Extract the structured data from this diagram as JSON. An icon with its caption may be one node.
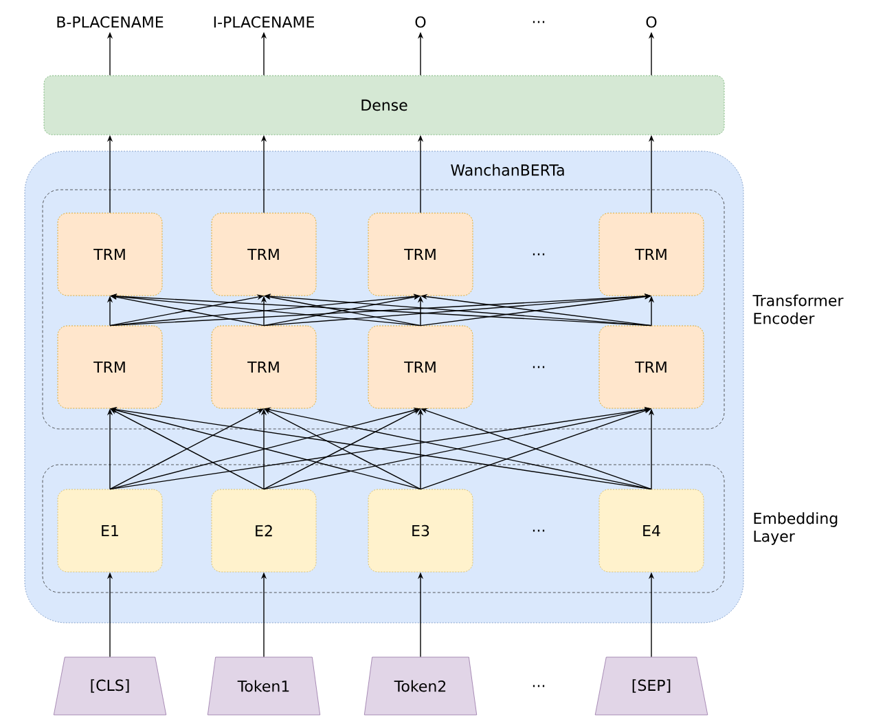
{
  "diagram": {
    "nodes": [
      {
        "text": [
          "Dense"
        ]
      },
      {
        "text": [
          "WanchanBERTa"
        ]
      },
      {
        "text": [
          "Transformer Encoder"
        ],
        "in": 1
      },
      {
        "text": [
          "TRM"
        ],
        "in": 2
      },
      {
        "text": [
          "TRM"
        ],
        "in": 2
      },
      {
        "text": [
          "TRM"
        ],
        "in": 2
      },
      {
        "text": [
          "TRM"
        ],
        "in": 2
      },
      {
        "text": [
          "TRM"
        ],
        "in": 2
      },
      {
        "text": [
          "TRM"
        ],
        "in": 2
      },
      {
        "text": [
          "TRM"
        ],
        "in": 2
      },
      {
        "text": [
          "TRM"
        ],
        "in": 2
      },
      {
        "text": [
          "Embedding Layer"
        ],
        "in": 1
      },
      {
        "text": [
          "E1"
        ],
        "in": 11
      },
      {
        "text": [
          "E2"
        ],
        "in": 11
      },
      {
        "text": [
          "E3"
        ],
        "in": 11
      },
      {
        "text": [
          "E4"
        ],
        "in": 11
      },
      {
        "text": [
          "[CLS]"
        ]
      },
      {
        "text": [
          "Token1"
        ]
      },
      {
        "text": [
          "Token2"
        ]
      },
      {
        "text": [
          "[SEP]"
        ]
      },
      {
        "text": [
          "B-PLACENAME"
        ]
      },
      {
        "text": [
          "I-PLACENAME"
        ]
      },
      {
        "text": [
          "O"
        ]
      },
      {
        "text": [
          "O"
        ]
      }
    ],
    "edges": [
      {
        "from": 16,
        "to": 12,
        "arrow": "to"
      },
      {
        "from": 17,
        "to": 13,
        "arrow": "to"
      },
      {
        "from": 18,
        "to": 14,
        "arrow": "to"
      },
      {
        "from": 19,
        "to": 15,
        "arrow": "to"
      },
      {
        "from": 12,
        "to": 7,
        "arrow": "to"
      },
      {
        "from": 12,
        "to": 8,
        "arrow": "to"
      },
      {
        "from": 12,
        "to": 9,
        "arrow": "to"
      },
      {
        "from": 12,
        "to": 10,
        "arrow": "to"
      },
      {
        "from": 13,
        "to": 7,
        "arrow": "to"
      },
      {
        "from": 13,
        "to": 8,
        "arrow": "to"
      },
      {
        "from": 13,
        "to": 9,
        "arrow": "to"
      },
      {
        "from": 13,
        "to": 10,
        "arrow": "to"
      },
      {
        "from": 14,
        "to": 7,
        "arrow": "to"
      },
      {
        "from": 14,
        "to": 8,
        "arrow": "to"
      },
      {
        "from": 14,
        "to": 9,
        "arrow": "to"
      },
      {
        "from": 14,
        "to": 10,
        "arrow": "to"
      },
      {
        "from": 15,
        "to": 7,
        "arrow": "to"
      },
      {
        "from": 15,
        "to": 8,
        "arrow": "to"
      },
      {
        "from": 15,
        "to": 9,
        "arrow": "to"
      },
      {
        "from": 15,
        "to": 10,
        "arrow": "to"
      },
      {
        "from": 7,
        "to": 3,
        "arrow": "to"
      },
      {
        "from": 7,
        "to": 4,
        "arrow": "to"
      },
      {
        "from": 7,
        "to": 5,
        "arrow": "to"
      },
      {
        "from": 7,
        "to": 6,
        "arrow": "to"
      },
      {
        "from": 8,
        "to": 3,
        "arrow": "to"
      },
      {
        "from": 8,
        "to": 4,
        "arrow": "to"
      },
      {
        "from": 8,
        "to": 5,
        "arrow": "to"
      },
      {
        "from": 8,
        "to": 6,
        "arrow": "to"
      },
      {
        "from": 9,
        "to": 3,
        "arrow": "to"
      },
      {
        "from": 9,
        "to": 4,
        "arrow": "to"
      },
      {
        "from": 9,
        "to": 5,
        "arrow": "to"
      },
      {
        "from": 9,
        "to": 6,
        "arrow": "to"
      },
      {
        "from": 10,
        "to": 3,
        "arrow": "to"
      },
      {
        "from": 10,
        "to": 4,
        "arrow": "to"
      },
      {
        "from": 10,
        "to": 5,
        "arrow": "to"
      },
      {
        "from": 10,
        "to": 6,
        "arrow": "to"
      },
      {
        "from": 3,
        "to": 0,
        "arrow": "to"
      },
      {
        "from": 4,
        "to": 0,
        "arrow": "to"
      },
      {
        "from": 5,
        "to": 0,
        "arrow": "to"
      },
      {
        "from": 6,
        "to": 0,
        "arrow": "to"
      },
      {
        "from": 0,
        "to": 20,
        "arrow": "to"
      },
      {
        "from": 0,
        "to": 21,
        "arrow": "to"
      },
      {
        "from": 0,
        "to": 22,
        "arrow": "to"
      },
      {
        "from": 0,
        "to": 23,
        "arrow": "to"
      }
    ],
    "labels": [
      "...",
      "...",
      "...",
      "...",
      "..."
    ]
  }
}
